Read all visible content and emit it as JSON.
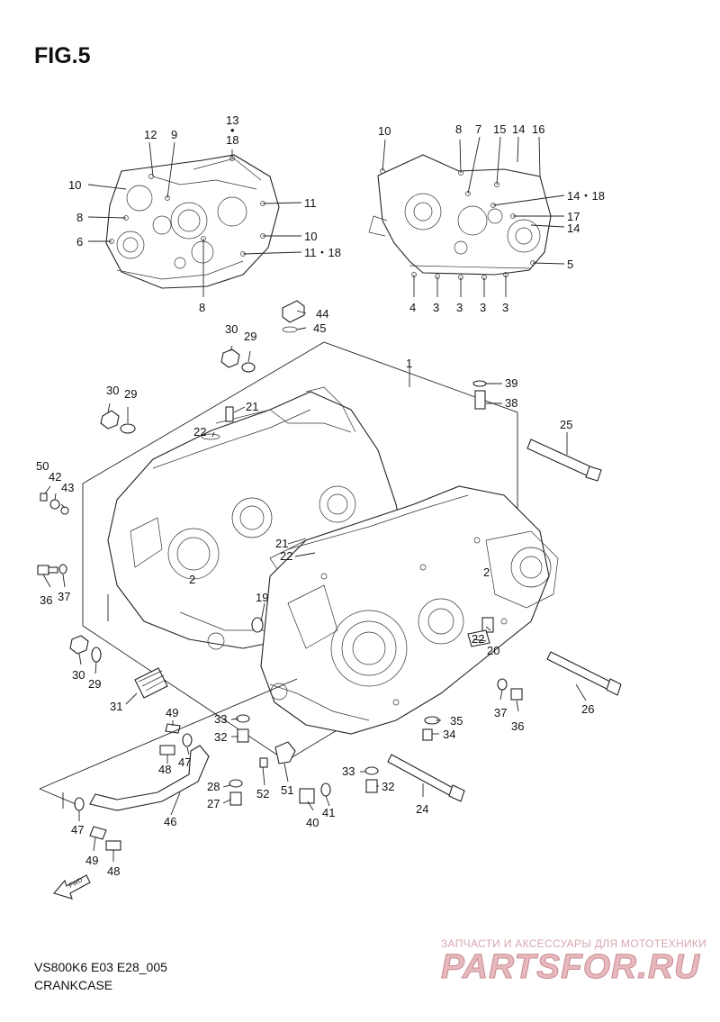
{
  "figure": {
    "title": "FIG.5",
    "model_code": "VS800K6 E03 E28_005",
    "section_name": "CRANKCASE"
  },
  "watermark": {
    "tagline": "ЗАПЧАСТИ И АКСЕССУАРЫ ДЛЯ МОТОТЕХНИКИ",
    "logo_text": "PARTSFOR.RU",
    "color": "#d9a3a8"
  },
  "fwd_label": "FWD",
  "callouts": {
    "c1": "1",
    "c2a": "2",
    "c2b": "2",
    "c3a": "3",
    "c3b": "3",
    "c3c": "3",
    "c3d": "3",
    "c4": "4",
    "c5": "5",
    "c6": "6",
    "c7": "7",
    "c8a": "8",
    "c8b": "8",
    "c8c": "8",
    "c9": "9",
    "c10a": "10",
    "c10b": "10",
    "c10c": "10",
    "c11": "11",
    "c11_18": "11・18",
    "c12": "12",
    "c13": "13",
    "c13dot": "•",
    "c13_18": "18",
    "c14a": "14",
    "c14b": "14",
    "c14_18": "14・18",
    "c15": "15",
    "c16": "16",
    "c17": "17",
    "c19": "19",
    "c20": "20",
    "c21a": "21",
    "c21b": "21",
    "c22a": "22",
    "c22b": "22",
    "c22c": "22",
    "c24": "24",
    "c25": "25",
    "c26": "26",
    "c27": "27",
    "c28": "28",
    "c29a": "29",
    "c29b": "29",
    "c29c": "29",
    "c30a": "30",
    "c30b": "30",
    "c30c": "30",
    "c31": "31",
    "c32a": "32",
    "c32b": "32",
    "c33a": "33",
    "c33b": "33",
    "c34": "34",
    "c35": "35",
    "c36a": "36",
    "c36b": "36",
    "c37a": "37",
    "c37b": "37",
    "c38": "38",
    "c39": "39",
    "c40": "40",
    "c41": "41",
    "c42": "42",
    "c43": "43",
    "c44": "44",
    "c45": "45",
    "c46": "46",
    "c47a": "47",
    "c47b": "47",
    "c48a": "48",
    "c48b": "48",
    "c49a": "49",
    "c49b": "49",
    "c50": "50",
    "c51": "51",
    "c52": "52"
  }
}
